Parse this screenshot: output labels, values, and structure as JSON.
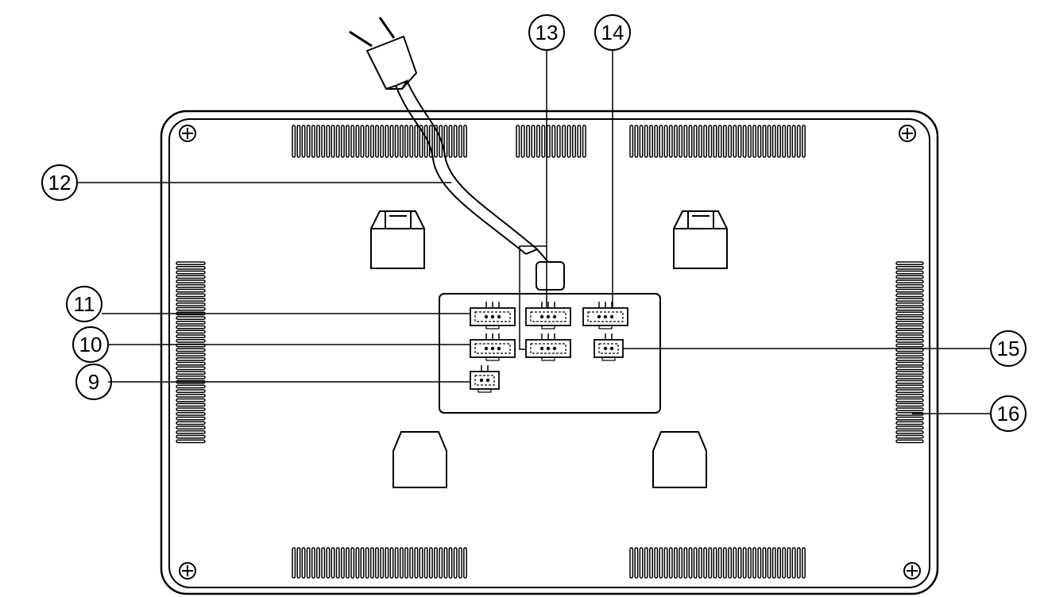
{
  "callouts": [
    {
      "id": "9",
      "label": "9"
    },
    {
      "id": "10",
      "label": "10"
    },
    {
      "id": "11",
      "label": "11"
    },
    {
      "id": "12",
      "label": "12"
    },
    {
      "id": "13",
      "label": "13"
    },
    {
      "id": "14",
      "label": "14"
    },
    {
      "id": "15",
      "label": "15"
    },
    {
      "id": "16",
      "label": "16"
    }
  ],
  "colors": {
    "line": "#000000",
    "background": "#ffffff"
  }
}
